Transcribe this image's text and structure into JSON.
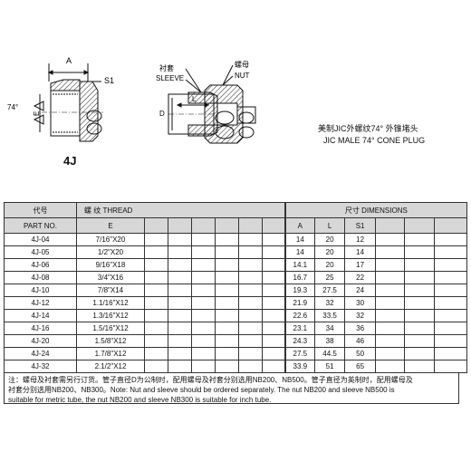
{
  "drawing": {
    "dim_A": "A",
    "dim_S1": "S1",
    "angle": "74°",
    "dim_E": "E",
    "label_sleeve_cn": "衬套",
    "label_sleeve_en": "SLEEVE",
    "label_nut_cn": "螺母",
    "label_nut_en": "NUT",
    "dim_L": "L",
    "dim_D": "D",
    "title_cn": "美制JIC外螺纹74° 外锥堵头",
    "title_en": "JIC MALE 74°  CONE PLUG",
    "part_code": "4J"
  },
  "table": {
    "header": {
      "part_cn": "代号",
      "part_en": "PART NO.",
      "thread": "螺  纹  THREAD",
      "thread_sub": "E",
      "dims": "尺寸     DIMENSIONS",
      "col_A": "A",
      "col_L": "L",
      "col_S1": "S1"
    },
    "rows": [
      {
        "part": "4J-04",
        "thread": "7/16\"X20",
        "A": "14",
        "L": "20",
        "S1": "12"
      },
      {
        "part": "4J-05",
        "thread": "1/2\"X20",
        "A": "14",
        "L": "20",
        "S1": "14"
      },
      {
        "part": "4J-06",
        "thread": "9/16\"X18",
        "A": "14.1",
        "L": "20",
        "S1": "17"
      },
      {
        "part": "4J-08",
        "thread": "3/4\"X16",
        "A": "16.7",
        "L": "25",
        "S1": "22"
      },
      {
        "part": "4J-10",
        "thread": "7/8\"X14",
        "A": "19.3",
        "L": "27.5",
        "S1": "24"
      },
      {
        "part": "4J-12",
        "thread": "1.1/16\"X12",
        "A": "21.9",
        "L": "32",
        "S1": "30"
      },
      {
        "part": "4J-14",
        "thread": "1.3/16\"X12",
        "A": "22.6",
        "L": "33.5",
        "S1": "32"
      },
      {
        "part": "4J-16",
        "thread": "1.5/16\"X12",
        "A": "23.1",
        "L": "34",
        "S1": "36"
      },
      {
        "part": "4J-20",
        "thread": "1.5/8\"X12",
        "A": "24.3",
        "L": "38",
        "S1": "46"
      },
      {
        "part": "4J-24",
        "thread": "1.7/8\"X12",
        "A": "27.5",
        "L": "44.5",
        "S1": "50"
      },
      {
        "part": "4J-32",
        "thread": "2.1/2\"X12",
        "A": "33.9",
        "L": "51",
        "S1": "65"
      }
    ]
  },
  "note": {
    "line1": "注：螺母及衬套需另行订货。管子直径D为公制时，配用螺母及衬套分别选用NB200、NB500。管子直径为英制时，配用螺母及",
    "line2": "衬套分别选用NB200、NB300。Note: Nut and sleeve should be ordered separately. The nut NB200 and sleeve NB500 is",
    "line3": "suitable for metric tube, the nut NB200 and sleeve NB300 is suitable for inch tube."
  }
}
